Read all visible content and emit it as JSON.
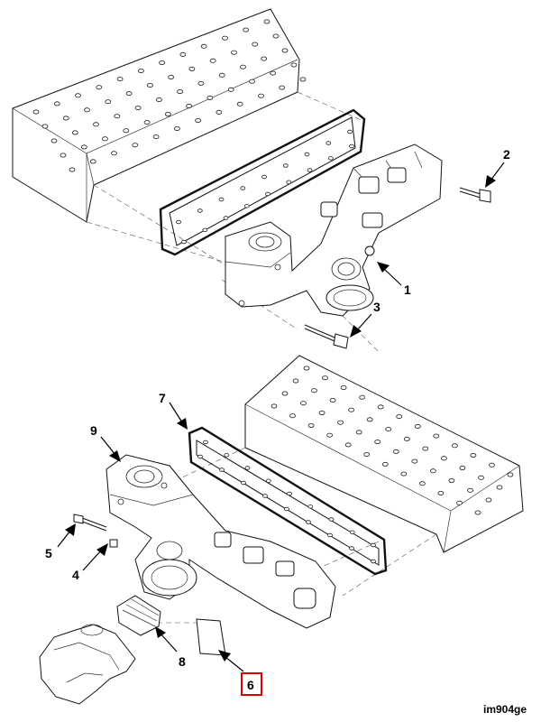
{
  "diagram": {
    "figure_id": "im904ge",
    "highlight_color": "#e00000",
    "callouts": [
      {
        "id": "c1",
        "label": "1"
      },
      {
        "id": "c2",
        "label": "2"
      },
      {
        "id": "c3",
        "label": "3"
      },
      {
        "id": "c4",
        "label": "4"
      },
      {
        "id": "c5",
        "label": "5"
      },
      {
        "id": "c6",
        "label": "6",
        "highlighted": true
      },
      {
        "id": "c7",
        "label": "7"
      },
      {
        "id": "c8",
        "label": "8"
      },
      {
        "id": "c9",
        "label": "9"
      }
    ]
  }
}
